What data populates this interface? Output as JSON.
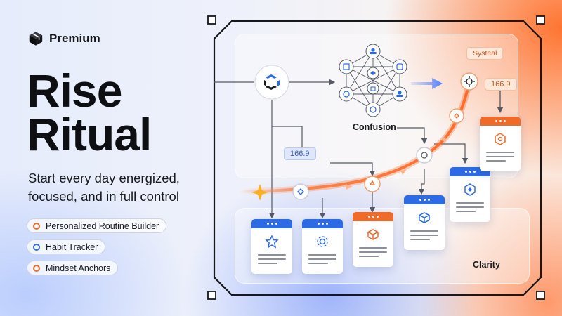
{
  "brand": {
    "name": "Premium",
    "logo_icon": "cube-icon"
  },
  "headline": {
    "line1": "Rise",
    "line2": "Ritual"
  },
  "subline": {
    "line1": "Start every day energized,",
    "line2": "focused, and in full control"
  },
  "features": [
    {
      "label": "Personalized Routine Builder",
      "color": "#f06a2a"
    },
    {
      "label": "Habit Tracker",
      "color": "#2f6de8"
    },
    {
      "label": "Mindset Anchors",
      "color": "#f06a2a"
    }
  ],
  "diagram": {
    "hub_label": "Confusion",
    "end_label": "Clarity",
    "tag_left": "166.9",
    "tag_right": "166.9",
    "tag_top": "Systeal"
  },
  "colors": {
    "accent_orange": "#f06a2a",
    "accent_blue": "#2d6ae6",
    "text_dark": "#0e0f12"
  }
}
